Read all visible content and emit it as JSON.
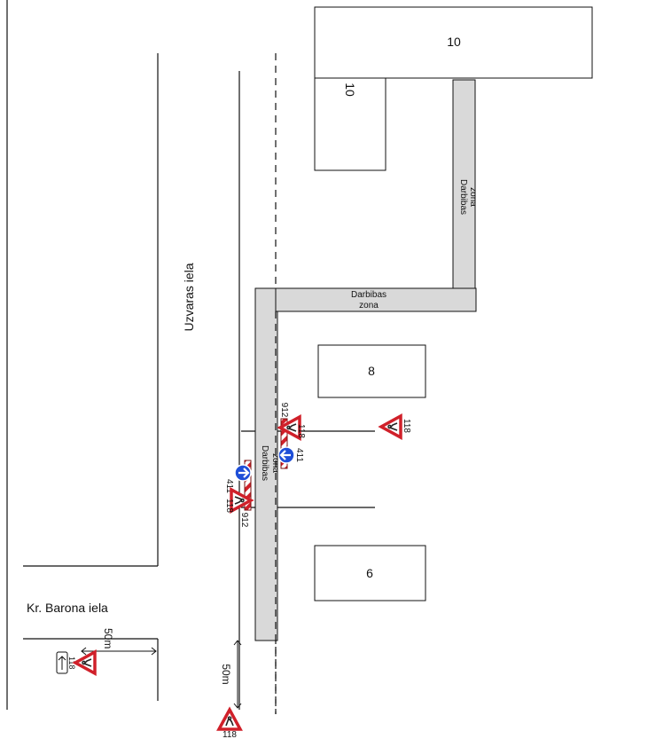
{
  "buildings": [
    {
      "label": "10"
    },
    {
      "label": "10"
    },
    {
      "label": "8"
    },
    {
      "label": "6"
    }
  ],
  "streets": {
    "main": "Uzvaras iela",
    "cross": "Kr. Barona iela"
  },
  "work_zone": {
    "line1": "Darbibas",
    "line2": "zona"
  },
  "signs": {
    "road_works": "118",
    "keep_right": "411",
    "barrier": "912"
  },
  "distances": {
    "left": "50m",
    "bottom": "50m"
  },
  "colors": {
    "zone_fill": "#d9d9d9",
    "sign_red": "#d0202a",
    "sign_blue": "#1f4fd8"
  }
}
